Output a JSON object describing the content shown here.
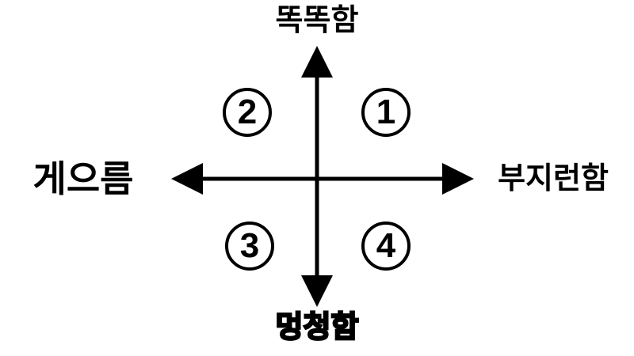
{
  "diagram": {
    "type": "quadrant-axes",
    "colors": {
      "line": "#000000",
      "background": "#ffffff",
      "text": "#000000"
    },
    "axes": {
      "top_label": "똑똑함",
      "bottom_label": "멍청함",
      "left_label": "게으름",
      "right_label": "부지런함"
    },
    "quadrants": {
      "top_right": "1",
      "top_left": "2",
      "bottom_left": "3",
      "bottom_right": "4"
    }
  }
}
